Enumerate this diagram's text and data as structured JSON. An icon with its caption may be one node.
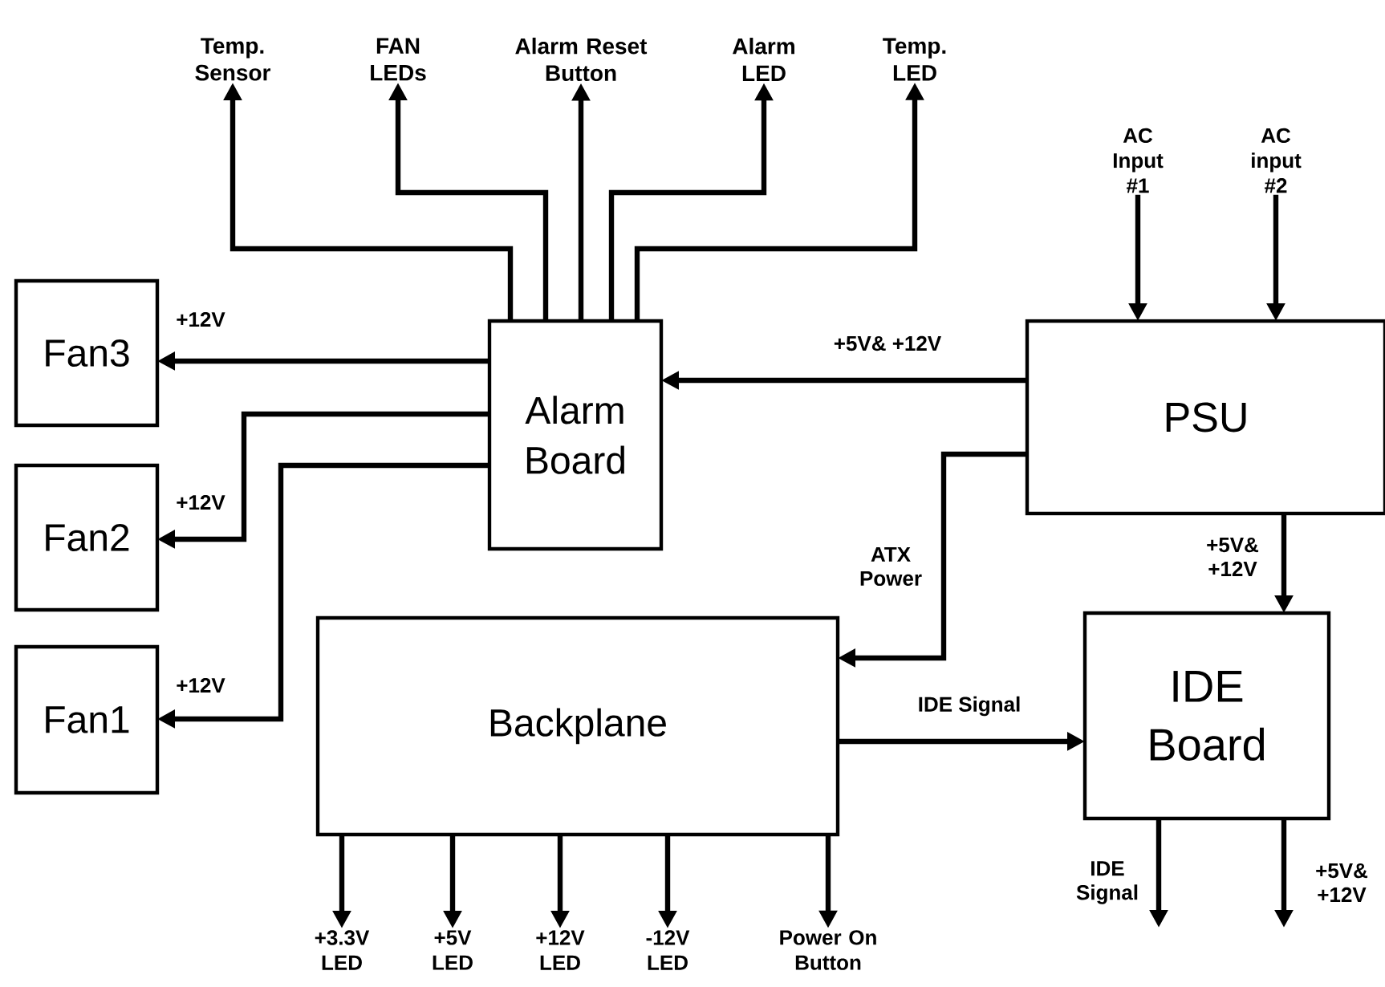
{
  "diagram": {
    "nodes": [
      {
        "text": [
          "Alarm Board"
        ]
      },
      {
        "text": [
          "PSU"
        ]
      },
      {
        "text": [
          "Fan3"
        ]
      },
      {
        "text": [
          "Fan2"
        ]
      },
      {
        "text": [
          "Fan1"
        ]
      },
      {
        "text": [
          "Backplane"
        ]
      },
      {
        "text": [
          "IDE Board"
        ]
      },
      {
        "text": [
          "Temp. Sensor"
        ]
      },
      {
        "text": [
          "FAN LEDs"
        ]
      },
      {
        "text": [
          "Alarm Reset Button"
        ]
      },
      {
        "text": [
          "Alarm LED"
        ]
      },
      {
        "text": [
          "Temp. LED"
        ]
      },
      {
        "text": [
          "AC Input #1"
        ]
      },
      {
        "text": [
          "AC input #2"
        ]
      },
      {
        "text": [
          "+3.3V LED"
        ]
      },
      {
        "text": [
          "+5V LED"
        ]
      },
      {
        "text": [
          "+12V LED"
        ]
      },
      {
        "text": [
          "-12V LED"
        ]
      },
      {
        "text": [
          "Power On Button"
        ]
      }
    ],
    "edges": [
      {
        "from": 0,
        "to": 7,
        "arrow": "to"
      },
      {
        "from": 0,
        "to": 8,
        "arrow": "to"
      },
      {
        "from": 0,
        "to": 9,
        "arrow": "to"
      },
      {
        "from": 0,
        "to": 10,
        "arrow": "to"
      },
      {
        "from": 0,
        "to": 11,
        "arrow": "to"
      },
      {
        "from": 0,
        "to": 2,
        "arrow": "to",
        "label": "+12V"
      },
      {
        "from": 0,
        "to": 3,
        "arrow": "to",
        "label": "+12V"
      },
      {
        "from": 0,
        "to": 4,
        "arrow": "to",
        "label": "+12V"
      },
      {
        "from": 1,
        "to": 0,
        "arrow": "to",
        "label": "+5V& +12V"
      },
      {
        "from": 12,
        "to": 1,
        "arrow": "to"
      },
      {
        "from": 13,
        "to": 1,
        "arrow": "to"
      },
      {
        "from": 1,
        "to": 5,
        "arrow": "to",
        "label": "ATX Power"
      },
      {
        "from": 1,
        "to": 6,
        "arrow": "to",
        "label": "+5V& +12V"
      },
      {
        "from": 5,
        "to": 6,
        "arrow": "to",
        "label": "IDE Signal"
      },
      {
        "from": 5,
        "to": 14,
        "arrow": "to"
      },
      {
        "from": 5,
        "to": 15,
        "arrow": "to"
      },
      {
        "from": 5,
        "to": 16,
        "arrow": "to"
      },
      {
        "from": 5,
        "to": 17,
        "arrow": "to"
      },
      {
        "from": 5,
        "to": 18,
        "arrow": "to"
      },
      {
        "from": 6,
        "to": null,
        "arrow": "to",
        "label": "IDE Signal"
      },
      {
        "from": 6,
        "to": null,
        "arrow": "to",
        "label": "+5V& +12V"
      }
    ]
  }
}
